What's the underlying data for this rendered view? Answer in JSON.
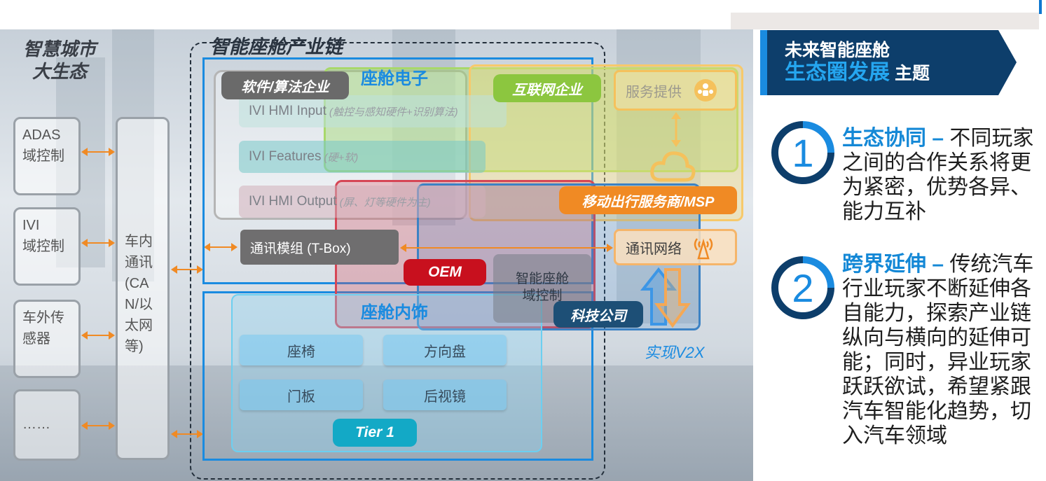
{
  "left": {
    "city_title_1": "智慧城市",
    "city_title_2": "大生态",
    "chain_title": "智能座舱产业链",
    "domains": [
      "ADAS\n域控制",
      "IVI\n域控制",
      "车外传\n感器",
      "……"
    ],
    "bus_label": "车内\n通讯\n(CA\nN/以\n太网\n等)",
    "cockpit_electronics": "座舱电子",
    "cockpit_interior": "座舱内饰",
    "software_tag": "软件/算法企业",
    "internet_tag": "互联网企业",
    "service_box": "服务提供",
    "mobility_tag": "移动出行服务商/MSP",
    "oem_tag": "OEM",
    "tech_tag": "科技公司",
    "tier1_tag": "Tier 1",
    "ivi_rows": [
      {
        "label": "IVI HMI Input",
        "hint": "(触控与感知硬件+识别算法)"
      },
      {
        "label": "IVI Features",
        "hint": "(硬+软)"
      },
      {
        "label": "IVI HMI Output",
        "hint": "(屏、灯等硬件为主)"
      }
    ],
    "tbox": "通讯模组 (T-Box)",
    "network": "通讯网络",
    "cockpit_domain": "智能座舱\n域控制",
    "interior_items": [
      "座椅",
      "方向盘",
      "门板",
      "后视镜"
    ],
    "v2x": "实现V2X"
  },
  "right": {
    "banner_line1": "未来智能座舱",
    "banner_line2_highlight": "生态圈发展",
    "banner_line2_rest": "主题",
    "themes": [
      {
        "num": "1",
        "head": "生态协同 –",
        "body": "不同玩家之间的合作关系将更为紧密，优势各异、能力互补"
      },
      {
        "num": "2",
        "head": "跨界延伸 –",
        "body": "传统汽车行业玩家不断延伸各自能力，探索产业链纵向与横向的延伸可能；同时，异业玩家跃跃欲试，希望紧跟汽车智能化趋势，切入汽车领域"
      }
    ]
  },
  "colors": {
    "blue": "#1a8be0",
    "orange": "#f08a24",
    "green": "#8dc63f",
    "red": "#c8101e",
    "navy": "#1d4f76",
    "teal": "#13a9c6",
    "banner": "#0d3e6b"
  }
}
